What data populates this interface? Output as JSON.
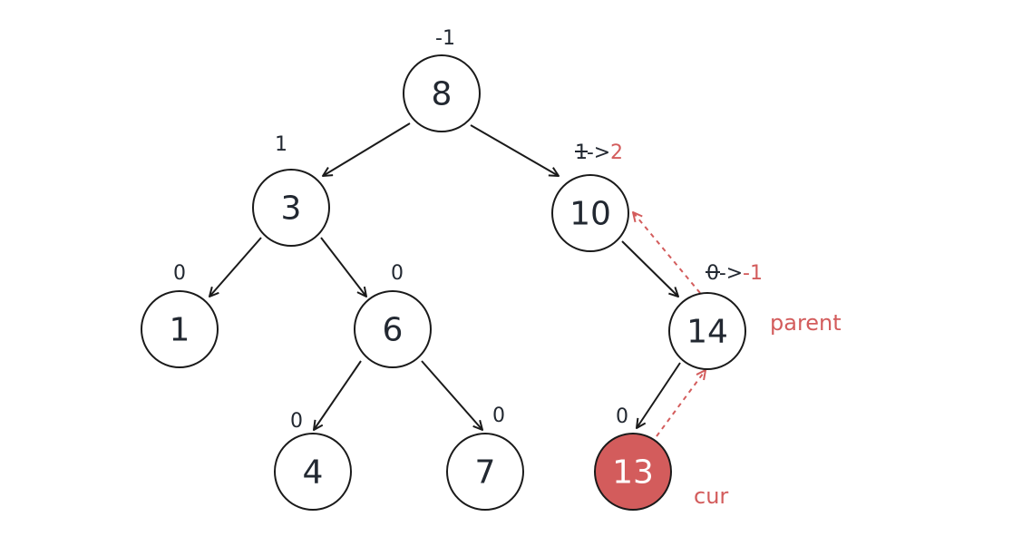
{
  "nodes": [
    {
      "id": "n8",
      "value": "8",
      "balance": "-1"
    },
    {
      "id": "n3",
      "value": "3",
      "balance": "1"
    },
    {
      "id": "n10",
      "value": "10",
      "balance_old": "1",
      "balance_arrow": "->",
      "balance_new": "2"
    },
    {
      "id": "n1",
      "value": "1",
      "balance": "0"
    },
    {
      "id": "n6",
      "value": "6",
      "balance": "0"
    },
    {
      "id": "n14",
      "value": "14",
      "balance_old": "0",
      "balance_arrow": "->",
      "balance_new": "-1"
    },
    {
      "id": "n4",
      "value": "4",
      "balance": "0"
    },
    {
      "id": "n7",
      "value": "7",
      "balance": "0"
    },
    {
      "id": "n13",
      "value": "13",
      "balance": "0",
      "highlighted": true
    }
  ],
  "edges": [
    {
      "from": "8",
      "to": "3"
    },
    {
      "from": "8",
      "to": "10"
    },
    {
      "from": "3",
      "to": "1"
    },
    {
      "from": "3",
      "to": "6"
    },
    {
      "from": "10",
      "to": "14"
    },
    {
      "from": "6",
      "to": "4"
    },
    {
      "from": "6",
      "to": "7"
    },
    {
      "from": "14",
      "to": "13"
    }
  ],
  "pointer_edges": [
    {
      "from": "13",
      "to": "14",
      "style": "dashed"
    },
    {
      "from": "14",
      "to": "10",
      "style": "dashed"
    }
  ],
  "annotations": {
    "parent": "parent",
    "cur": "cur"
  },
  "colors": {
    "accent": "#d35c5c",
    "stroke": "#1a1a1a",
    "text": "#222831"
  }
}
